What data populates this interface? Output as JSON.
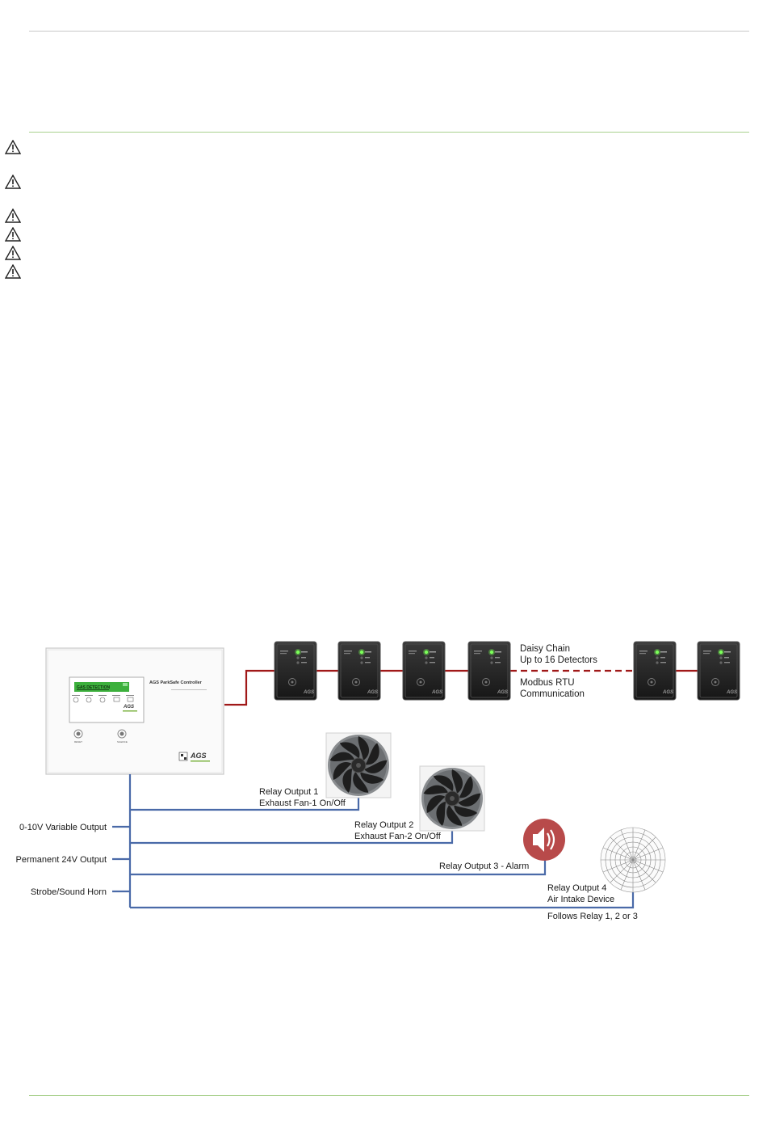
{
  "warnings": [
    {
      "icon": "warning-triangle-icon"
    },
    {
      "icon": "warning-triangle-icon"
    },
    {
      "icon": "warning-triangle-icon"
    },
    {
      "icon": "warning-triangle-icon"
    },
    {
      "icon": "warning-triangle-icon"
    },
    {
      "icon": "warning-triangle-icon"
    }
  ],
  "colors": {
    "rule_gray": "#c8c8c8",
    "rule_green": "#a9d18e",
    "rs485_line": "#a01818",
    "output_line": "#4a6aa8",
    "lcd_green": "#3cb03c",
    "alarm_red": "#b84a4a"
  },
  "controller": {
    "title": "AGS ParkSafe Controller",
    "lcd_line1": "GAS DETECTION",
    "lcd_line2": "",
    "brand": "AGS",
    "reset_label": "RESET",
    "silence_label": "SILENCE"
  },
  "detectors": {
    "count_shown": 6,
    "brand": "AGS"
  },
  "labels": {
    "daisy_chain": "Daisy Chain",
    "up_to": "Up to 16 Detectors",
    "modbus": "Modbus RTU",
    "communication": "Communication",
    "relay1_line1": "Relay Output 1",
    "relay1_line2": "Exhaust Fan-1 On/Off",
    "relay2_line1": "Relay Output 2",
    "relay2_line2": "Exhaust Fan-2 On/Off",
    "relay3": "Relay Output 3 - Alarm",
    "relay4_line1": "Relay Output 4",
    "relay4_line2": "Air Intake Device",
    "relay4_line3": "Follows Relay 1, 2 or 3",
    "out_010v": "0-10V Variable Output",
    "out_24v": "Permanent 24V Output",
    "out_strobe": "Strobe/Sound Horn"
  }
}
